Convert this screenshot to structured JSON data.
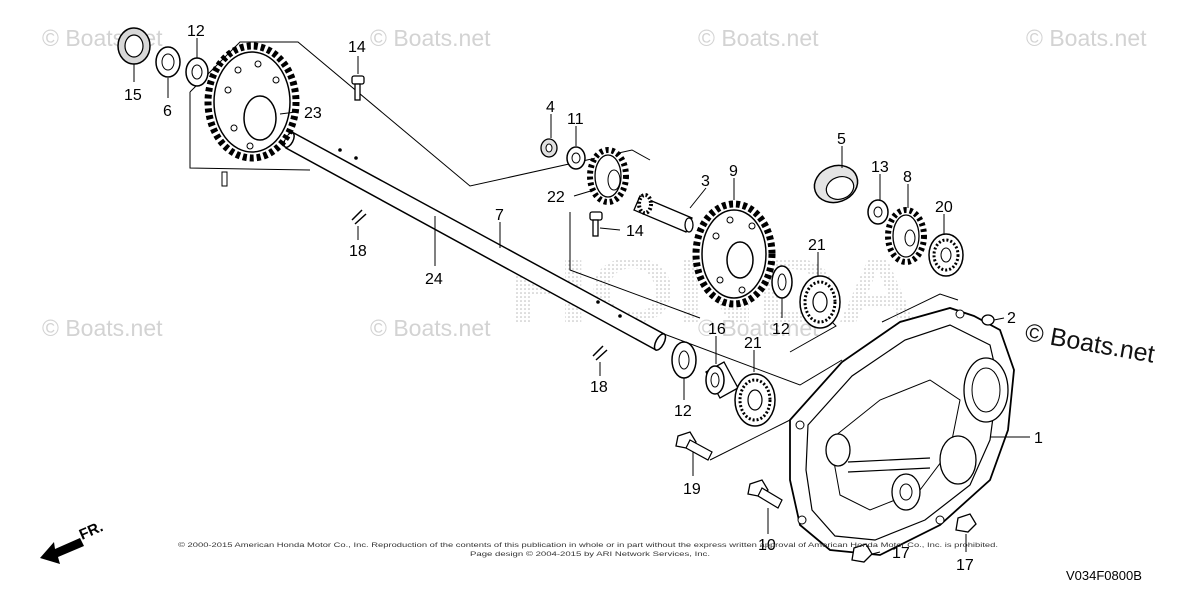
{
  "watermark_text": "© Boats.net",
  "brand_logo_text": "HONDA",
  "drawing_code": "V034F0800B",
  "direction_label": "FR.",
  "copyright_line1": "© 2000-2015 American Honda Motor Co., Inc. Reproduction of the contents of this publication in whole or in part without the express written approval of American Honda Motor Co., Inc. is prohibited.",
  "copyright_line2": "Page design © 2004-2015 by ARI Network Services, Inc.",
  "callouts": {
    "c15": "15",
    "c6": "6",
    "c12a": "12",
    "c23": "23",
    "c14a": "14",
    "c4": "4",
    "c11": "11",
    "c22": "22",
    "c3": "3",
    "c14b": "14",
    "c9": "9",
    "c5": "5",
    "c13": "13",
    "c8": "8",
    "c20": "20",
    "c7": "7",
    "c18a": "18",
    "c24": "24",
    "c21a": "21",
    "c12b": "12",
    "c2": "2",
    "c16": "16",
    "c21b": "21",
    "c12c": "12",
    "c18b": "18",
    "c1": "1",
    "c19": "19",
    "c10": "10",
    "c17a": "17",
    "c17b": "17"
  }
}
